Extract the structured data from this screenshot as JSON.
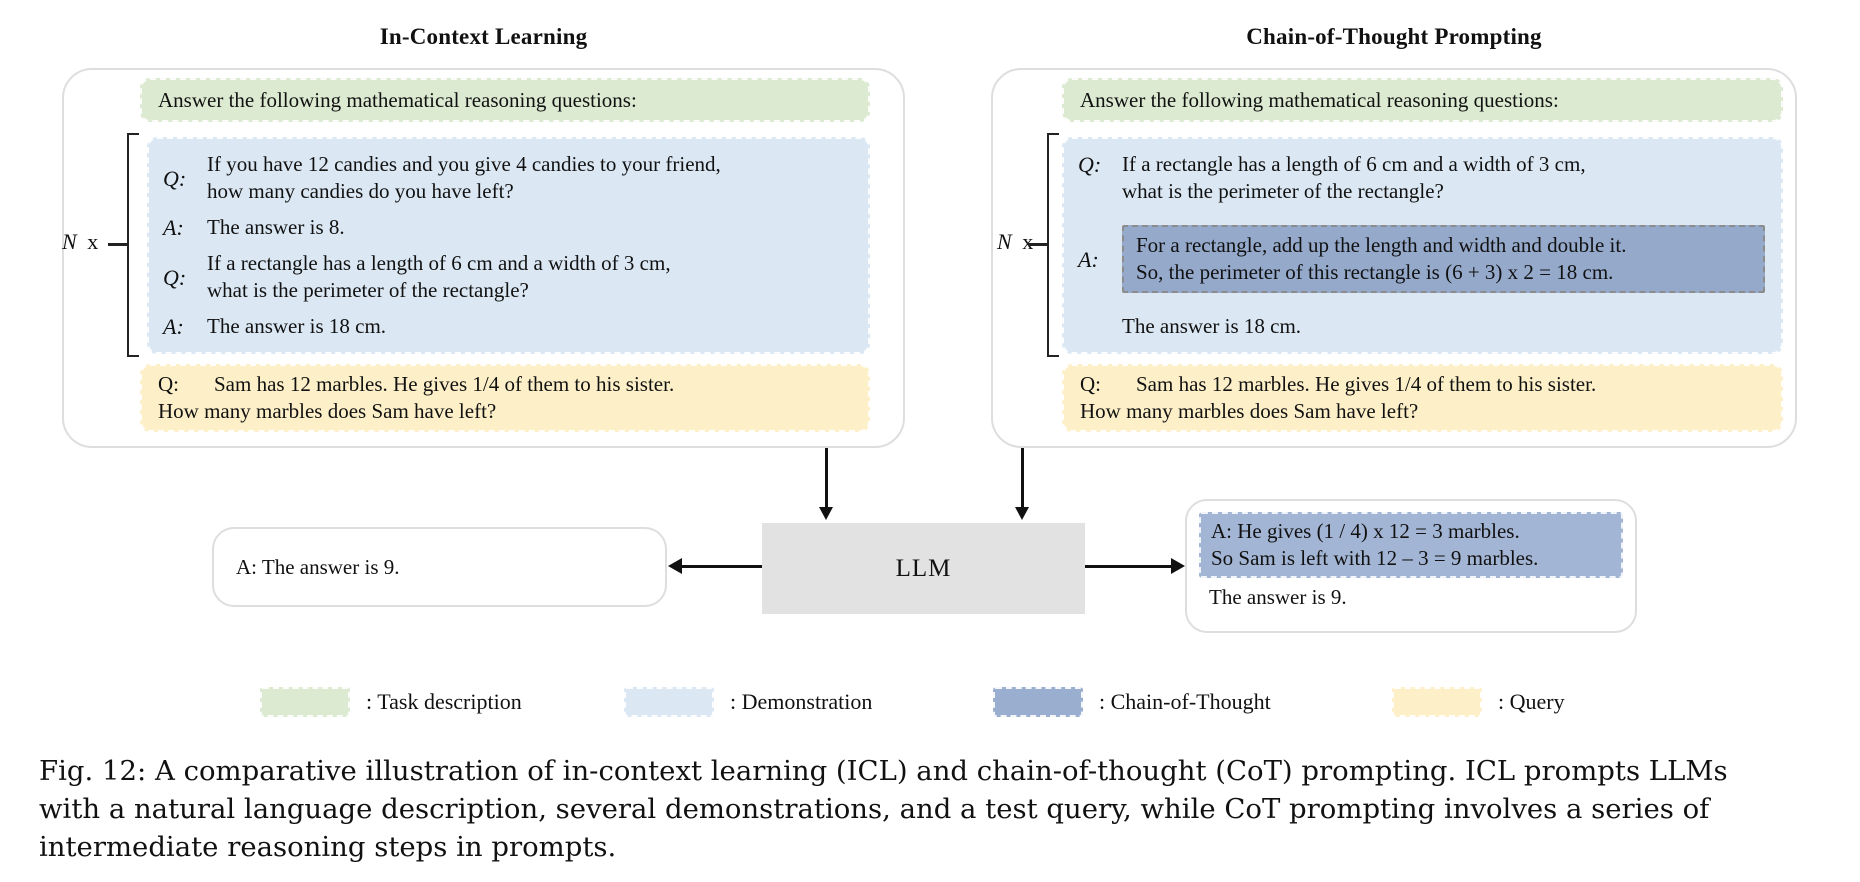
{
  "colors": {
    "green": "#dcead2",
    "blue": "#dbe8f4",
    "yellow": "#fdf0c9",
    "cot_panel": "#95a9cb",
    "cot_output": "#a3b5d4",
    "cot_legend": "#9aaed0",
    "llm_gray": "#e2e2e2",
    "border_gray": "#dedede",
    "cot_dash": "#8c8c8c",
    "arrow": "#111111"
  },
  "titles": {
    "left": "In-Context Learning",
    "right": "Chain-of-Thought Prompting"
  },
  "icl": {
    "task": "Answer the following mathematical reasoning questions:",
    "nx": {
      "n": "N",
      "x": "x"
    },
    "demos": [
      {
        "label": "Q:",
        "text": "If you have 12 candies and you give 4 candies to your friend,\nhow many candies do you have left?"
      },
      {
        "label": "A:",
        "text": "The answer is 8."
      },
      {
        "label": "Q:",
        "text": "If a rectangle has a length of 6 cm and a width of 3 cm,\nwhat is the perimeter of the rectangle?"
      },
      {
        "label": "A:",
        "text": "The answer is 18 cm."
      }
    ],
    "query": {
      "label": "Q:",
      "line1": "Sam has 12 marbles. He gives 1/4 of them to his sister.",
      "line2": "How many marbles does Sam have left?"
    },
    "output_text": "A: The answer is 9."
  },
  "cot": {
    "task": "Answer the following mathematical reasoning questions:",
    "nx": {
      "n": "N",
      "x": "x"
    },
    "demo_q": {
      "label": "Q:",
      "text": "If a rectangle has a length of 6 cm and a width of 3 cm,\nwhat is the perimeter of the rectangle?"
    },
    "demo_a": {
      "label": "A:",
      "cot_text": "For a rectangle, add up the length and width and double it.\nSo, the perimeter of this rectangle is (6 + 3) x 2 = 18 cm.",
      "answer": "The answer is 18 cm."
    },
    "query": {
      "label": "Q:",
      "line1": "Sam has 12 marbles. He gives 1/4 of them to his sister.",
      "line2": "How many marbles does Sam have left?"
    },
    "output": {
      "cot_text": "A: He gives (1 / 4) x 12 = 3 marbles.\nSo Sam is left with 12 – 3 = 9 marbles.",
      "answer": "The answer is 9."
    }
  },
  "llm": {
    "label": "LLM"
  },
  "legend": {
    "items": [
      {
        "label": ": Task description",
        "color": "#dcead2"
      },
      {
        "label": ": Demonstration",
        "color": "#dbe8f4"
      },
      {
        "label": ": Chain-of-Thought",
        "color": "#9aaed0"
      },
      {
        "label": ": Query",
        "color": "#fdf0c9"
      }
    ]
  },
  "caption": {
    "text": "Fig. 12: A comparative illustration of in-context learning (ICL) and chain-of-thought (CoT) prompting. ICL prompts LLMs\nwith a natural language description, several demonstrations, and a test query, while CoT prompting involves a series of\nintermediate reasoning steps in prompts."
  }
}
